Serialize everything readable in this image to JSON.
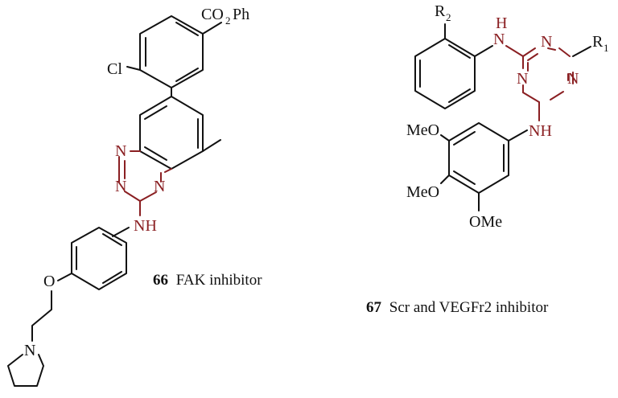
{
  "compounds": [
    {
      "number": "66",
      "caption": "FAK inhibitor",
      "labels": {
        "ester": "CO",
        "ester_sub": "2",
        "ester_tail": "Ph",
        "chloro": "Cl",
        "n1": "N",
        "n2": "N",
        "n3": "N",
        "nh": "NH",
        "ether_o": "O",
        "amine_n": "N"
      }
    },
    {
      "number": "67",
      "caption": "Scr and VEGFr2 inhibitor",
      "labels": {
        "r2": "R",
        "r2_sub": "2",
        "r1": "R",
        "r1_sub": "1",
        "nh_top_n": "N",
        "nh_top_h": "H",
        "tri_n1": "N",
        "tri_n2": "N",
        "tri_n3": "N",
        "nh_bottom": "NH",
        "ome1": "MeO",
        "ome2": "MeO",
        "ome3": "OMe"
      }
    }
  ],
  "colors": {
    "highlight": "#8a1f22",
    "ink": "#111111"
  }
}
